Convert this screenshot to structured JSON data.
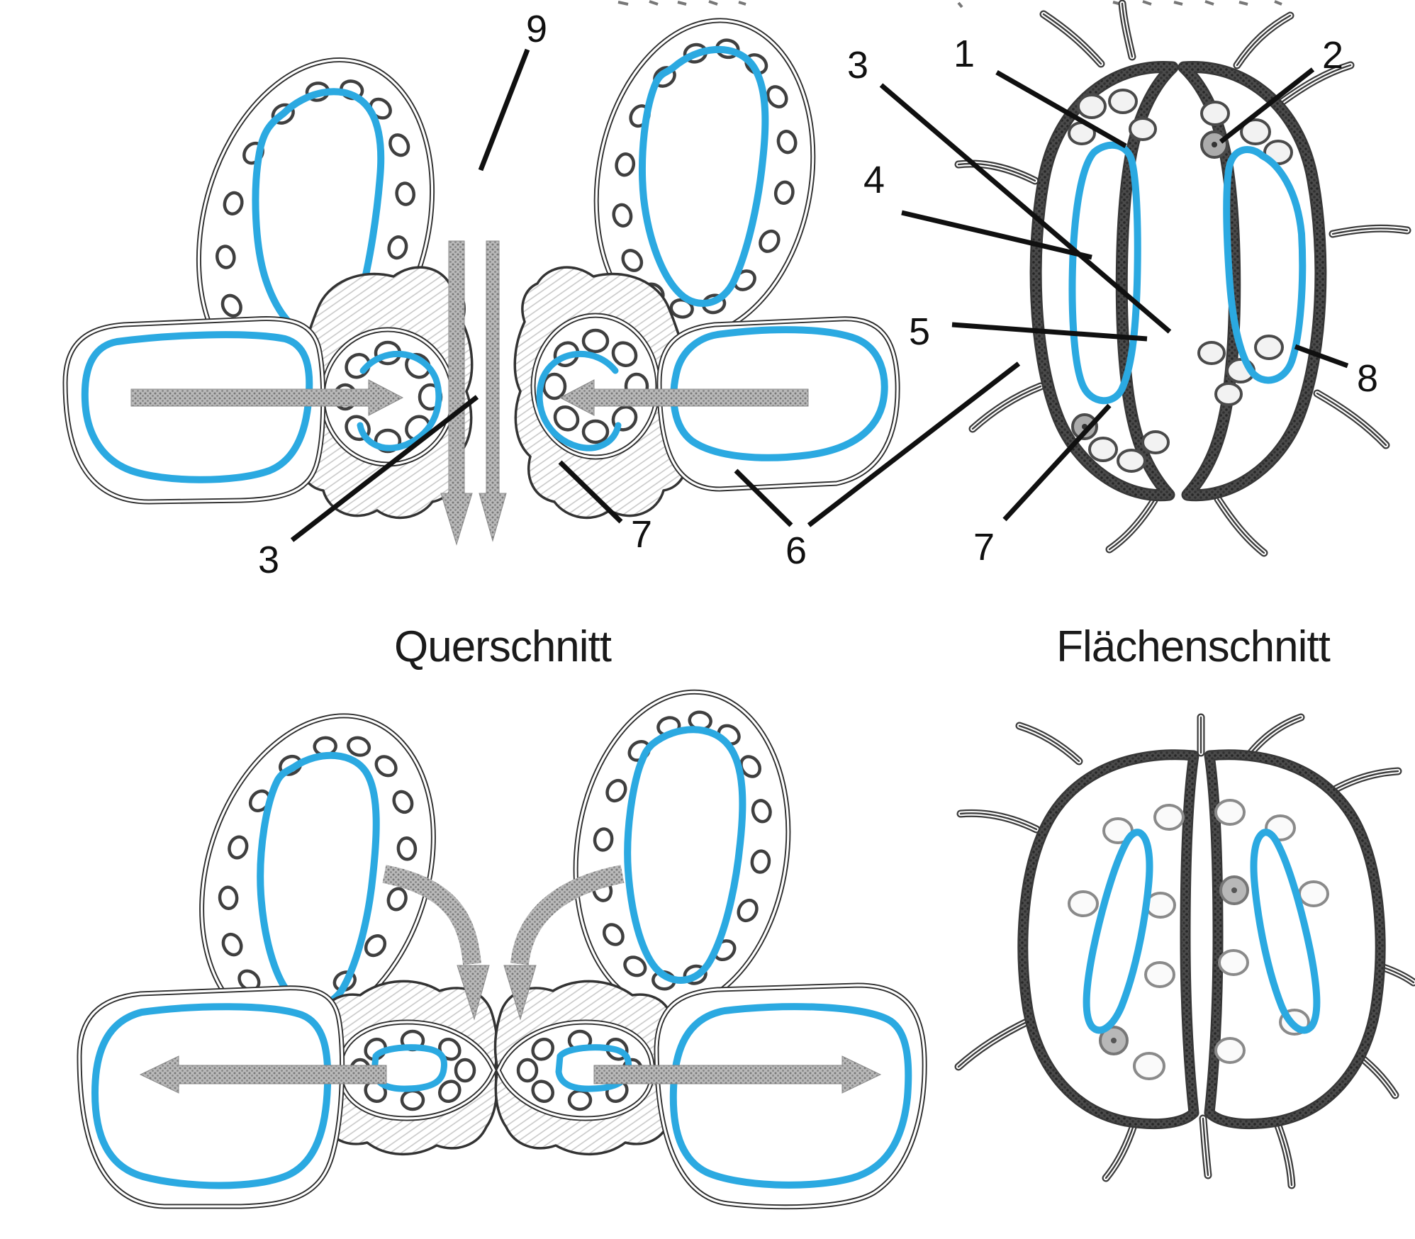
{
  "captions": {
    "cross_section": "Querschnitt",
    "surface_section": "Flächenschnitt"
  },
  "figures": {
    "cross_open": {
      "n9": "9",
      "n3": "3",
      "n7": "7",
      "n6": "6"
    },
    "surface_open": {
      "n3": "3",
      "n1": "1",
      "n2": "2",
      "n4": "4",
      "n5": "5",
      "n7": "7",
      "n8": "8"
    }
  },
  "colors": {
    "membrane_blue": "#2BA9E1",
    "ink": "#2E2E2E",
    "arrow_gray": "#8E8E8E"
  }
}
